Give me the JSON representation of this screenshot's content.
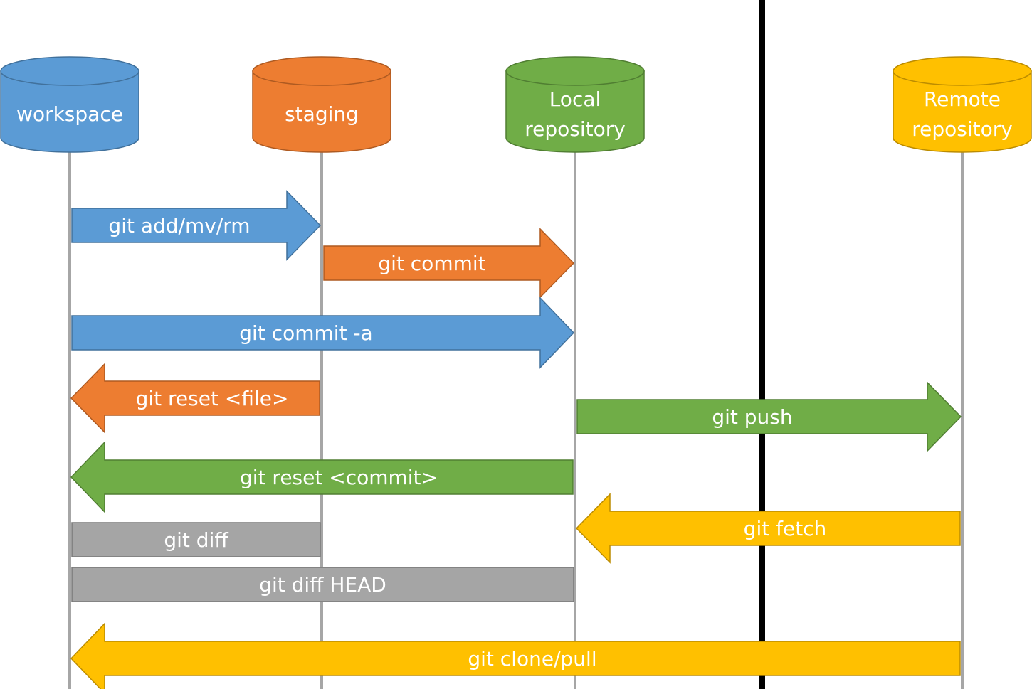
{
  "colors": {
    "blue": "#5B9BD5",
    "blue_stroke": "#41719C",
    "orange": "#ED7D31",
    "orange_stroke": "#AE5A21",
    "green": "#70AD47",
    "green_stroke": "#507E32",
    "yellow": "#FFC000",
    "yellow_stroke": "#BC8C00",
    "gray": "#A5A5A5",
    "gray_stroke": "#787878",
    "lifeline": "#A6A6A6",
    "divider": "#000000"
  },
  "stores": [
    {
      "id": "workspace",
      "lines": [
        "workspace"
      ],
      "color": "blue"
    },
    {
      "id": "staging",
      "lines": [
        "staging"
      ],
      "color": "orange"
    },
    {
      "id": "local-repository",
      "lines": [
        "Local",
        "repository"
      ],
      "color": "green"
    },
    {
      "id": "remote-repository",
      "lines": [
        "Remote",
        "repository"
      ],
      "color": "yellow"
    }
  ],
  "commands": [
    {
      "id": "git-add",
      "label": "git add/mv/rm",
      "from": "workspace",
      "to": "staging",
      "color": "blue"
    },
    {
      "id": "git-commit",
      "label": "git commit",
      "from": "staging",
      "to": "local-repository",
      "color": "orange"
    },
    {
      "id": "git-commit-a",
      "label": "git commit -a",
      "from": "workspace",
      "to": "local-repository",
      "color": "blue"
    },
    {
      "id": "git-reset-file",
      "label": "git reset <file>",
      "from": "staging",
      "to": "workspace",
      "color": "orange"
    },
    {
      "id": "git-push",
      "label": "git push",
      "from": "local-repository",
      "to": "remote-repository",
      "color": "green"
    },
    {
      "id": "git-reset-commit",
      "label": "git reset <commit>",
      "from": "local-repository",
      "to": "workspace",
      "color": "green"
    },
    {
      "id": "git-fetch",
      "label": "git fetch",
      "from": "remote-repository",
      "to": "local-repository",
      "color": "yellow"
    },
    {
      "id": "git-diff",
      "label": "git diff",
      "from": "workspace",
      "to": "staging",
      "color": "gray",
      "shape": "bar"
    },
    {
      "id": "git-diff-head",
      "label": "git diff HEAD",
      "from": "workspace",
      "to": "local-repository",
      "color": "gray",
      "shape": "bar"
    },
    {
      "id": "git-clone-pull",
      "label": "git clone/pull",
      "from": "remote-repository",
      "to": "workspace",
      "color": "yellow"
    }
  ]
}
